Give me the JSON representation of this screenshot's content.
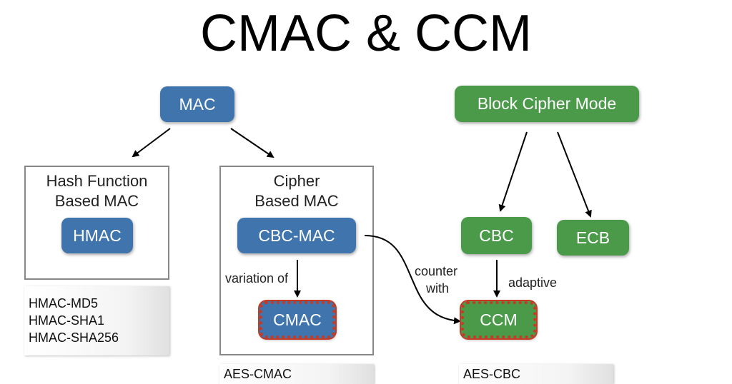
{
  "title": "CMAC & CCM",
  "nodes": {
    "mac": "MAC",
    "block_cipher_mode": "Block Cipher Mode",
    "hmac": "HMAC",
    "cbc_mac": "CBC-MAC",
    "cmac": "CMAC",
    "cbc": "CBC",
    "ecb": "ECB",
    "ccm": "CCM"
  },
  "groups": {
    "hash": {
      "line1": "Hash Function",
      "line2": "Based MAC"
    },
    "cipher": {
      "line1": "Cipher",
      "line2": "Based MAC"
    }
  },
  "edge_labels": {
    "variation_of": "variation of",
    "counter": "counter",
    "with": "with",
    "adaptive": "adaptive"
  },
  "examples": {
    "hmac_list": [
      "HMAC-MD5",
      "HMAC-SHA1",
      "HMAC-SHA256"
    ],
    "cmac_example": "AES-CMAC",
    "ccm_example": "AES-CBC"
  },
  "colors": {
    "blue_node": "#3f74ad",
    "green_node": "#4b9a4a",
    "highlight_outline": "#c43a25"
  }
}
